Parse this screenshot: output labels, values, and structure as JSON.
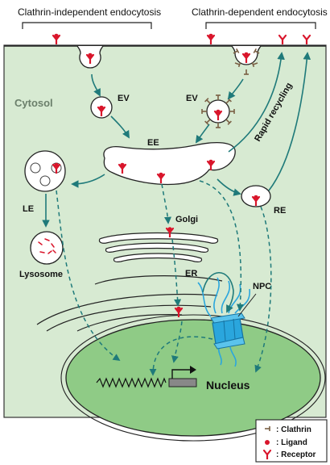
{
  "headings": {
    "left": "Clathrin-independent endocytosis",
    "right": "Clathrin-dependent endocytosis"
  },
  "compartments": {
    "cytosol": "Cytosol",
    "ev_left": "EV",
    "ev_right": "EV",
    "ee": "EE",
    "le": "LE",
    "lysosome": "Lysosome",
    "golgi": "Golgi",
    "re": "RE",
    "er": "ER",
    "npc": "NPC",
    "nucleus": "Nucleus"
  },
  "pathway": {
    "rapid_recycling": "Rapid recycling"
  },
  "legend": {
    "items": [
      {
        "symbol": "clathrin-icon",
        "label": ": Clathrin"
      },
      {
        "symbol": "ligand-icon",
        "label": ": Ligand"
      },
      {
        "symbol": "receptor-icon",
        "label": ": Receptor"
      }
    ]
  },
  "colors": {
    "cytoplasm": "#d7ead2",
    "nucleus": "#8fcb86",
    "arrow": "#1f7a7a",
    "receptor": "#d9152b",
    "npc": "#2aa6dd",
    "clathrin": "#7a5f44"
  }
}
